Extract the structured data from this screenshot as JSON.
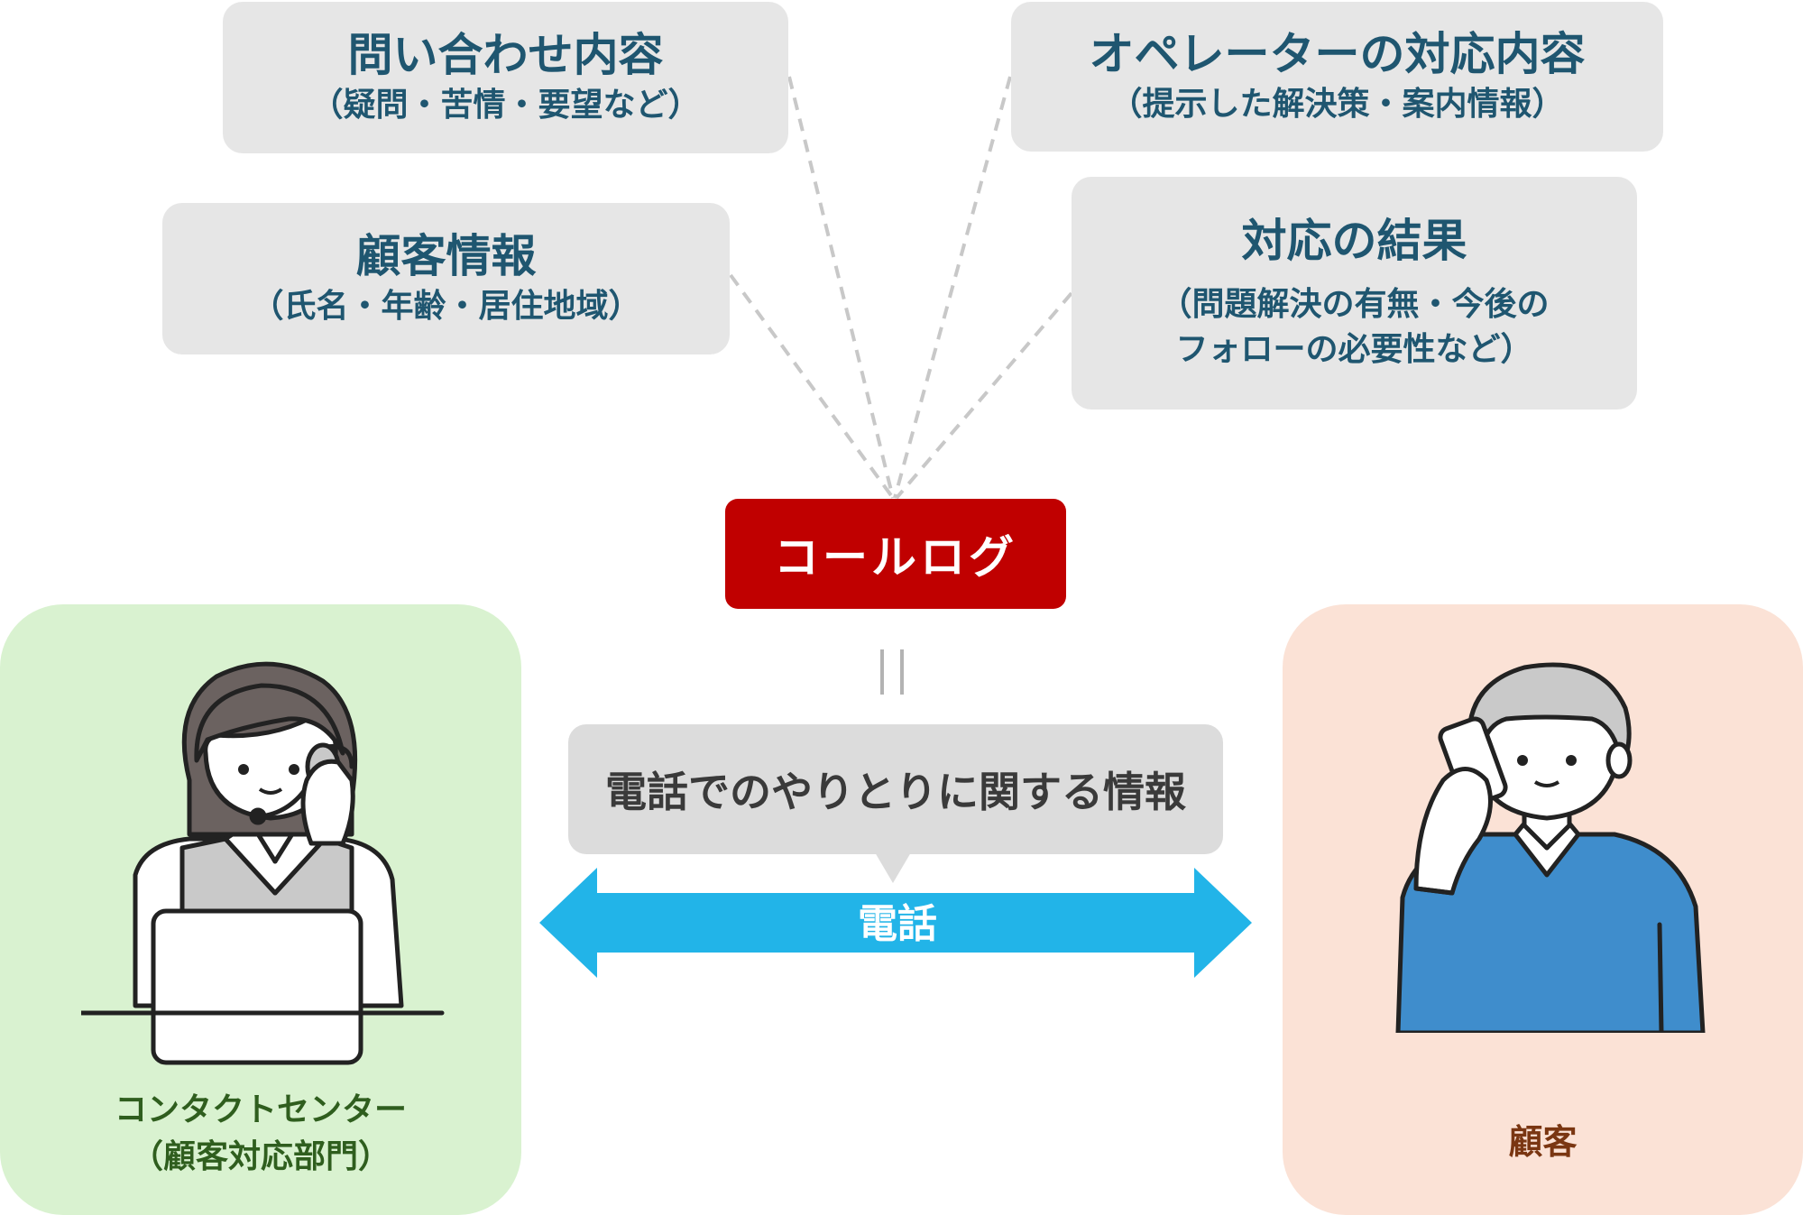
{
  "boxes": {
    "inquiry": {
      "title": "問い合わせ内容",
      "sub": "（疑問・苦情・要望など）"
    },
    "operator": {
      "title": "オペレーターの対応内容",
      "sub": "（提示した解決策・案内情報）"
    },
    "customer_info": {
      "title": "顧客情報",
      "sub": "（氏名・年齢・居住地域）"
    },
    "result": {
      "title": "対応の結果",
      "sub1": "（問題解決の有無・今後の",
      "sub2": "フォローの必要性など）"
    }
  },
  "call_log": "コールログ",
  "equals_sign": "＝",
  "bubble_text": "電話でのやりとりに関する情報",
  "phone_label": "電話",
  "left_panel": {
    "line1": "コンタクトセンター",
    "line2": "（顧客対応部門）"
  },
  "right_panel": {
    "label": "顧客"
  },
  "colors": {
    "box_bg": "#e6e6e6",
    "box_text": "#1f5670",
    "call_log_bg": "#c00000",
    "arrow": "#22b4e8",
    "left_panel_bg": "#d9f2d0",
    "right_panel_bg": "#fbe2d6",
    "sweater": "#3f8dcc"
  },
  "icons": [
    "operator-with-headset-icon",
    "laptop-icon",
    "customer-on-phone-icon",
    "double-headed-arrow-icon"
  ]
}
